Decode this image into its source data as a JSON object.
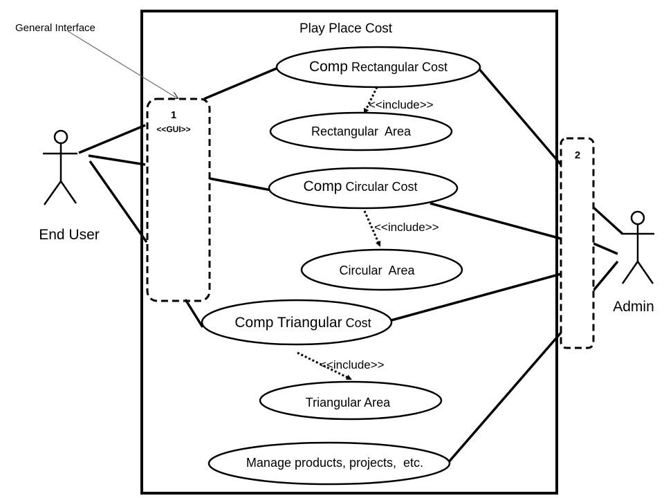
{
  "diagram": {
    "system_title": "Play Place Cost",
    "note": "General Interface",
    "actors": {
      "end_user": "End User",
      "admin": "Admin"
    },
    "interfaces": {
      "gui_number": "1",
      "gui_stereotype": "<<GUI>>",
      "admin_number": "2"
    },
    "use_cases": {
      "rect_cost_prefix": "Comp",
      "rect_cost_rest": " Rectangular Cost",
      "rect_area": "Rectangular  Area",
      "circ_cost_prefix": "Comp",
      "circ_cost_rest": " Circular Cost",
      "circ_area": "Circular  Area",
      "tri_cost_main": "Comp Triangular",
      "tri_cost_rest": " Cost",
      "tri_area": "Triangular Area",
      "manage": "Manage products, projects,  etc."
    },
    "include_label": "<<include>>"
  }
}
